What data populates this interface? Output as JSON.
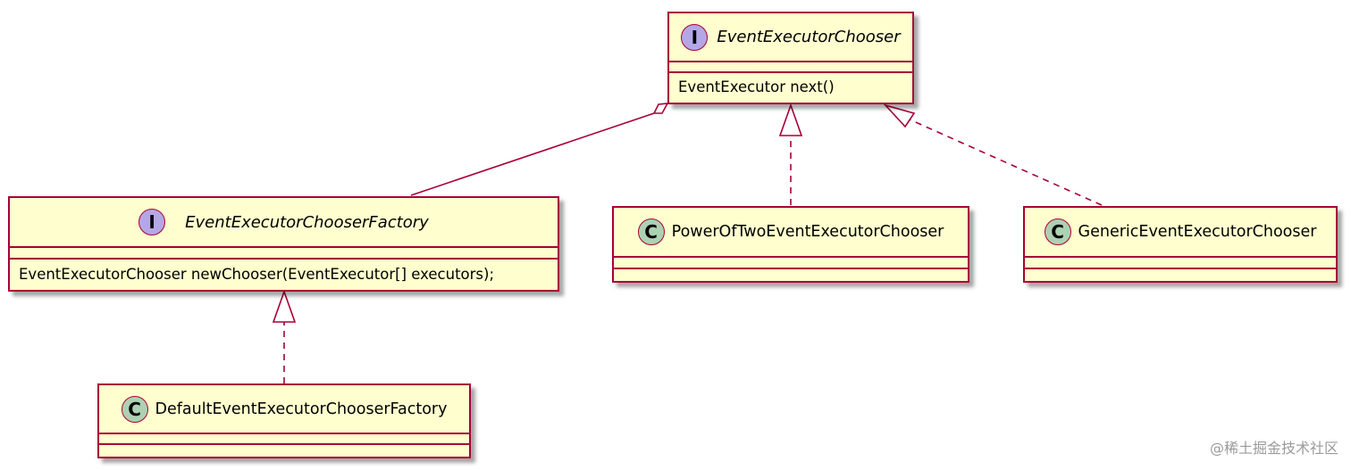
{
  "interfaces": {
    "chooser": {
      "stereotype": "I",
      "name": "EventExecutorChooser",
      "method": "EventExecutor next()"
    },
    "factory": {
      "stereotype": "I",
      "name": "EventExecutorChooserFactory",
      "method": "EventExecutorChooser newChooser(EventExecutor[] executors);"
    }
  },
  "classes": {
    "power_of_two": {
      "stereotype": "C",
      "name": "PowerOfTwoEventExecutorChooser"
    },
    "generic": {
      "stereotype": "C",
      "name": "GenericEventExecutorChooser"
    },
    "default_factory": {
      "stereotype": "C",
      "name": "DefaultEventExecutorChooserFactory"
    }
  },
  "relations": [
    {
      "from": "EventExecutorChooserFactory",
      "to": "EventExecutorChooser",
      "kind": "aggregation"
    },
    {
      "from": "PowerOfTwoEventExecutorChooser",
      "to": "EventExecutorChooser",
      "kind": "realization"
    },
    {
      "from": "GenericEventExecutorChooser",
      "to": "EventExecutorChooser",
      "kind": "realization"
    },
    {
      "from": "DefaultEventExecutorChooserFactory",
      "to": "EventExecutorChooserFactory",
      "kind": "realization"
    }
  ],
  "watermark": "@稀土掘金技术社区",
  "colors": {
    "box_fill": "#fefece",
    "border": "#a80036",
    "interface_badge": "#b4a7e5",
    "class_badge": "#add1b2"
  }
}
